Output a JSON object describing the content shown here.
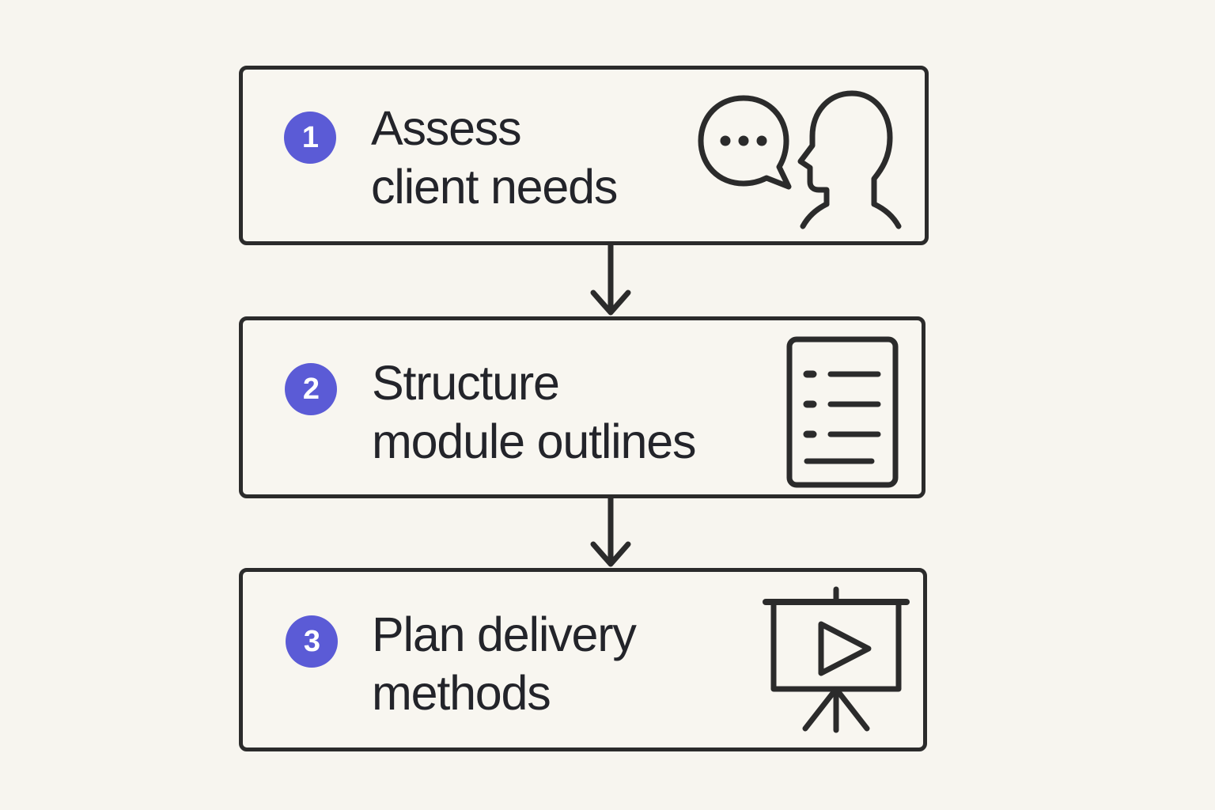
{
  "canvas": {
    "background_color": "#f7f5ef",
    "stroke_color": "#2b2b2b",
    "accent_color": "#5b5bd6",
    "text_color": "#23242a"
  },
  "diagram": {
    "type": "vertical-flowchart",
    "orientation": "top-to-bottom",
    "step_count": 3,
    "steps": [
      {
        "number": "1",
        "label": "Assess\nclient needs",
        "label_line_1": "Assess",
        "label_line_2": "client needs",
        "icon": "speech-bubble-and-head-profile-icon"
      },
      {
        "number": "2",
        "label": "Structure\nmodule outlines",
        "label_line_1": "Structure",
        "label_line_2": "module outlines",
        "icon": "bulleted-document-list-icon"
      },
      {
        "number": "3",
        "label": "Plan delivery\nmethods",
        "label_line_1": "Plan delivery",
        "label_line_2": "methods",
        "icon": "presentation-screen-play-icon"
      }
    ],
    "connectors": [
      {
        "from": "1",
        "to": "2",
        "icon": "down-arrow-icon"
      },
      {
        "from": "2",
        "to": "3",
        "icon": "down-arrow-icon"
      }
    ]
  }
}
